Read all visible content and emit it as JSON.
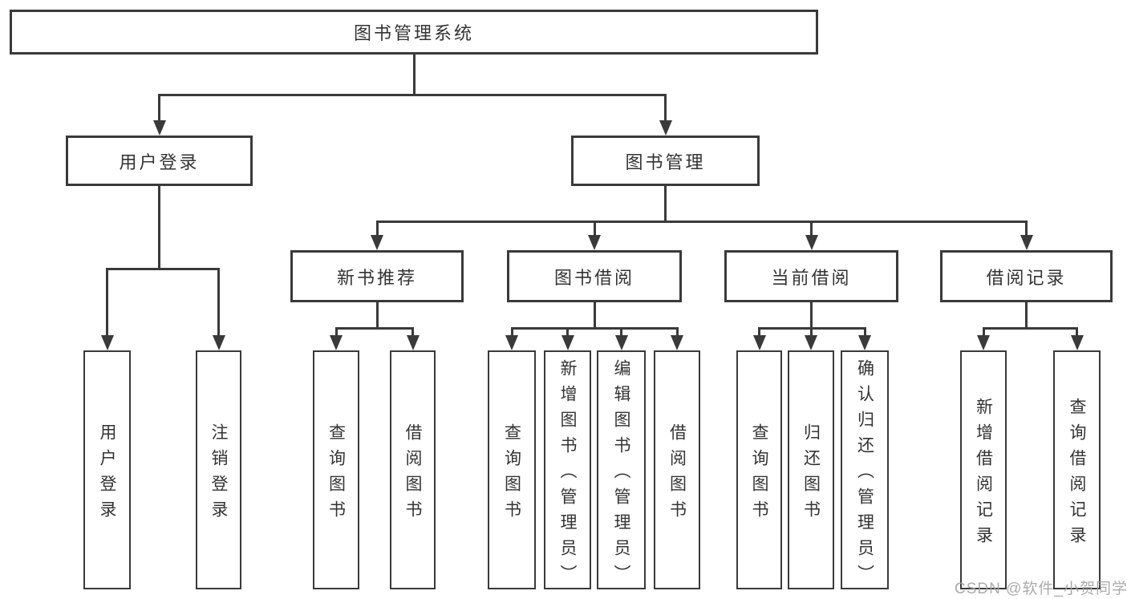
{
  "diagram_title": "图书管理系统",
  "watermark": "CSDN @软件_小贺同学",
  "colors": {
    "line": "#3a3a3a",
    "text": "#333333",
    "background": "#ffffff",
    "watermark": "#a3a3a3"
  },
  "tree": {
    "id": "root",
    "label": "图书管理系统",
    "children": [
      {
        "id": "user-login",
        "label": "用户登录",
        "children": [
          {
            "id": "leaf-user-login",
            "label": "用户登录"
          },
          {
            "id": "leaf-logout",
            "label": "注销登录"
          }
        ]
      },
      {
        "id": "book-management",
        "label": "图书管理",
        "children": [
          {
            "id": "new-book-recommend",
            "label": "新书推荐",
            "children": [
              {
                "id": "nbr-query-book",
                "label": "查询图书"
              },
              {
                "id": "nbr-borrow-book",
                "label": "借阅图书"
              }
            ]
          },
          {
            "id": "book-borrowing",
            "label": "图书借阅",
            "children": [
              {
                "id": "bb-query-book",
                "label": "查询图书"
              },
              {
                "id": "bb-add-book",
                "label": "新增图书（管理员）"
              },
              {
                "id": "bb-edit-book",
                "label": "编辑图书（管理员）"
              },
              {
                "id": "bb-borrow-book",
                "label": "借阅图书"
              }
            ]
          },
          {
            "id": "current-borrowing",
            "label": "当前借阅",
            "children": [
              {
                "id": "cb-query-book",
                "label": "查询图书"
              },
              {
                "id": "cb-return-book",
                "label": "归还图书"
              },
              {
                "id": "cb-confirm-return",
                "label": "确认归还（管理员）"
              }
            ]
          },
          {
            "id": "borrow-records",
            "label": "借阅记录",
            "children": [
              {
                "id": "br-add-record",
                "label": "新增借阅记录"
              },
              {
                "id": "br-query-record",
                "label": "查询借阅记录"
              }
            ]
          }
        ]
      }
    ]
  }
}
